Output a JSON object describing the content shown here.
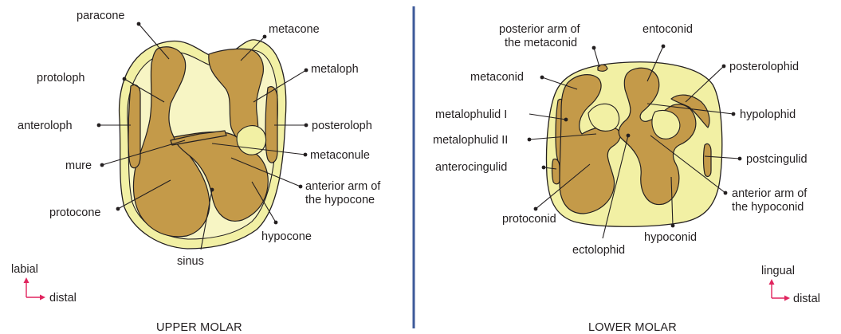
{
  "colors": {
    "crown_fill": "#f2f0a4",
    "cusp_fill": "#c49a49",
    "outline": "#231f20",
    "divider": "#3d5a99",
    "orientation_arrow": "#e0245e"
  },
  "upper_molar": {
    "title": "UPPER MOLAR",
    "labels": {
      "paracone": "paracone",
      "metacone": "metacone",
      "protoloph": "protoloph",
      "metaloph": "metaloph",
      "anteroloph": "anteroloph",
      "posteroloph": "posteroloph",
      "mure": "mure",
      "metaconule": "metaconule",
      "anterior_arm_hypocone_1": "anterior arm of",
      "anterior_arm_hypocone_2": "the hypocone",
      "protocone": "protocone",
      "hypocone": "hypocone",
      "sinus": "sinus"
    },
    "orientation": {
      "vertical": "labial",
      "horizontal": "distal"
    }
  },
  "lower_molar": {
    "title": "LOWER MOLAR",
    "labels": {
      "posterior_arm_metaconid_1": "posterior arm of",
      "posterior_arm_metaconid_2": "the metaconid",
      "entoconid": "entoconid",
      "metaconid": "metaconid",
      "posterolophid": "posterolophid",
      "metalophulid_1": "metalophulid I",
      "hypolophid": "hypolophid",
      "metalophulid_2": "metalophulid II",
      "postcingulid": "postcingulid",
      "anterocingulid": "anterocingulid",
      "anterior_arm_hypoconid_1": "anterior arm of",
      "anterior_arm_hypoconid_2": "the hypoconid",
      "protoconid": "protoconid",
      "hypoconid": "hypoconid",
      "ectolophid": "ectolophid"
    },
    "orientation": {
      "vertical": "lingual",
      "horizontal": "distal"
    }
  }
}
